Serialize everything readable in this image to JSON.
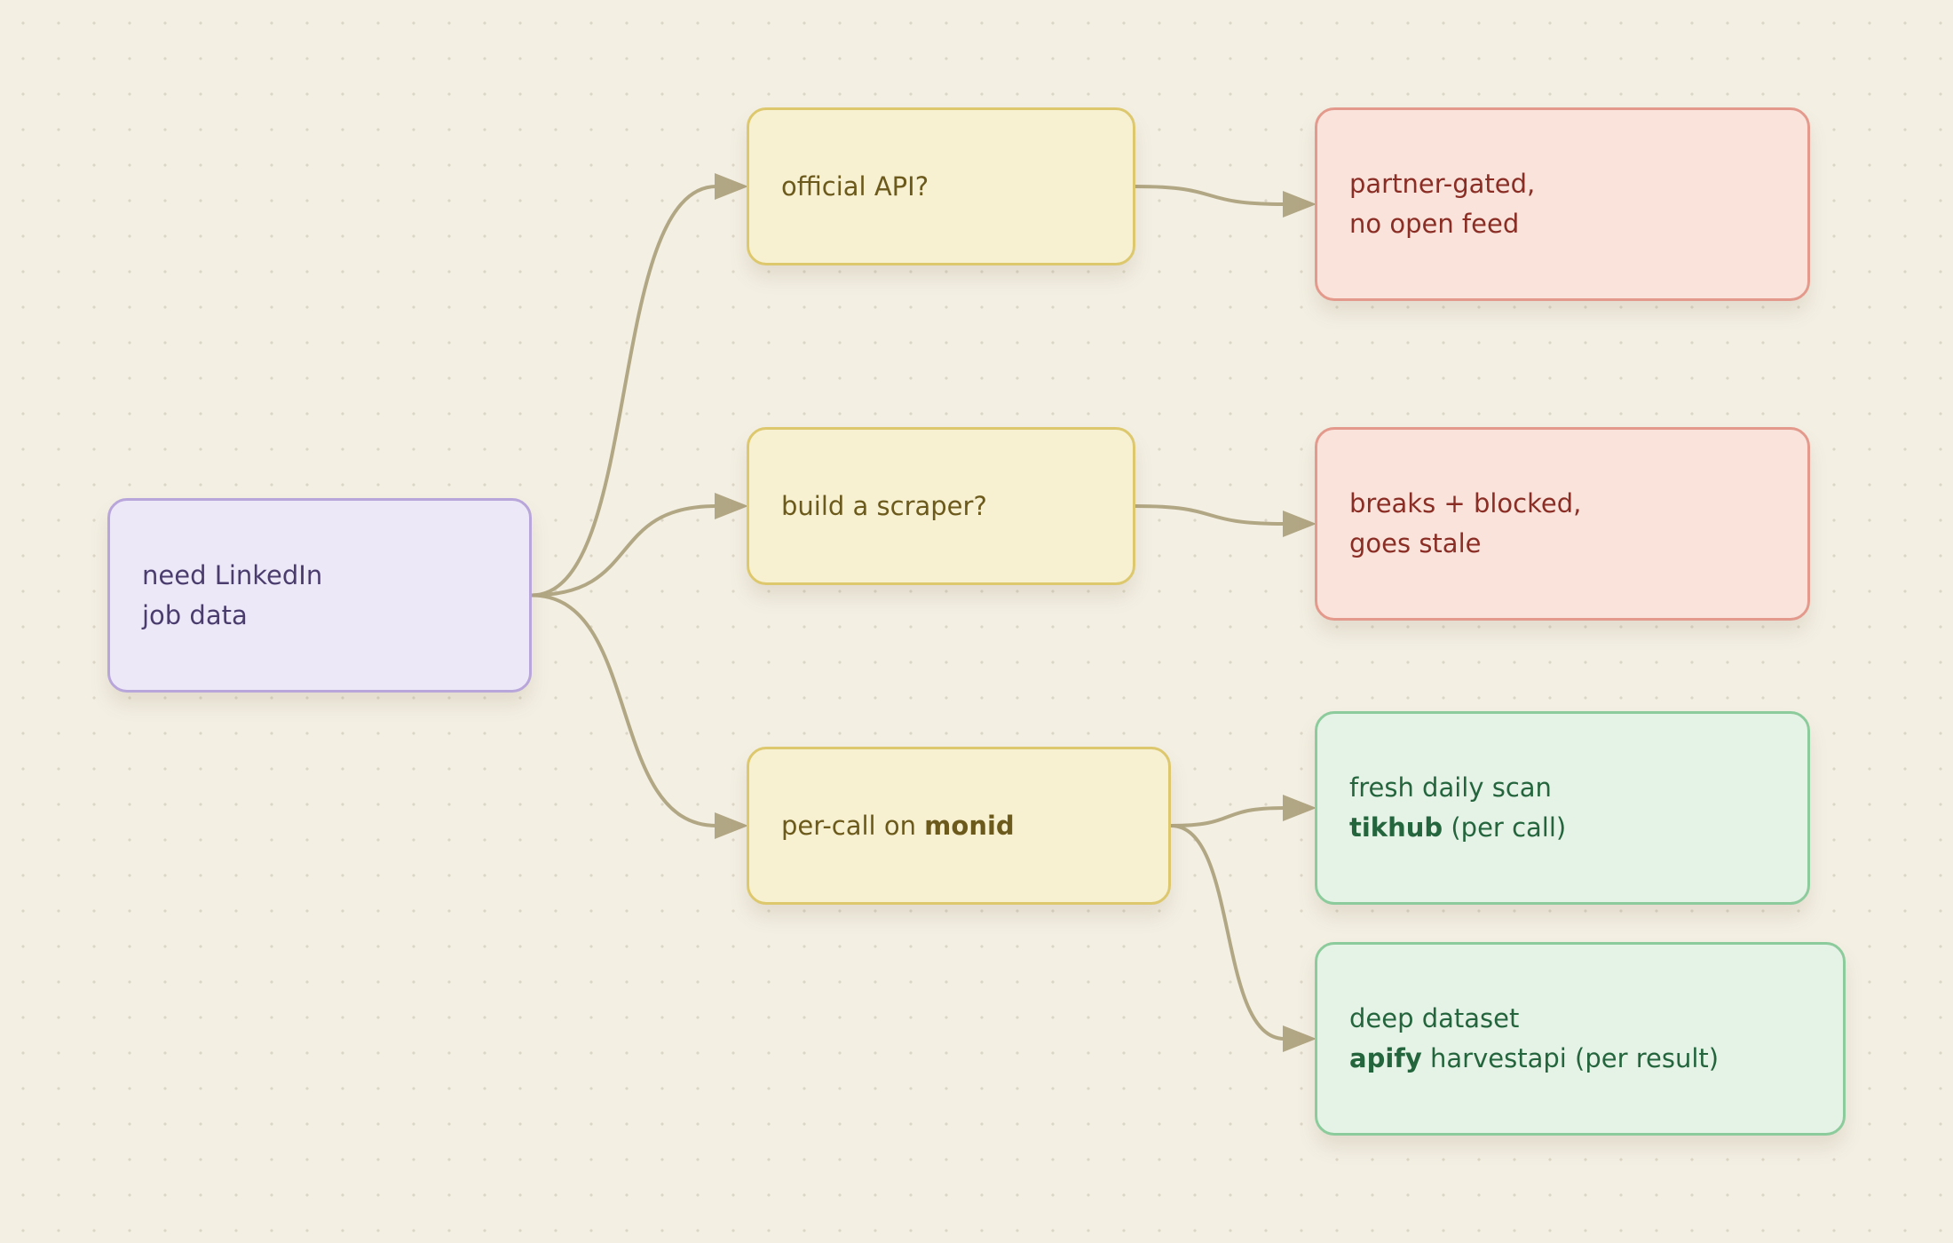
{
  "nodes": {
    "start": {
      "line1": "need LinkedIn",
      "line2": "job data"
    },
    "api": {
      "line1": "official API?"
    },
    "scraper": {
      "line1": "build a scraper?"
    },
    "monid": {
      "prefix": "per-call on ",
      "bold": "monid"
    },
    "gated": {
      "line1": "partner-gated,",
      "line2": "no open feed"
    },
    "breaks": {
      "line1": "breaks + blocked,",
      "line2": "goes stale"
    },
    "fresh": {
      "line1": "fresh daily scan",
      "bold": "tikhub",
      "suffix": " (per call)"
    },
    "deep": {
      "line1": "deep dataset",
      "bold": "apify",
      "suffix": " harvestapi (per result)"
    }
  },
  "edges": [
    {
      "from": "start",
      "to": "api"
    },
    {
      "from": "start",
      "to": "scraper"
    },
    {
      "from": "start",
      "to": "monid"
    },
    {
      "from": "api",
      "to": "gated"
    },
    {
      "from": "scraper",
      "to": "breaks"
    },
    {
      "from": "monid",
      "to": "fresh"
    },
    {
      "from": "monid",
      "to": "deep"
    }
  ],
  "colors": {
    "background": "#f3efe3",
    "edge": "#b2a784",
    "start_fill": "#ede8f8",
    "decision_fill": "#f7f0d1",
    "dead_end_fill": "#f9e3db",
    "solution_fill": "#e5f2e6"
  }
}
